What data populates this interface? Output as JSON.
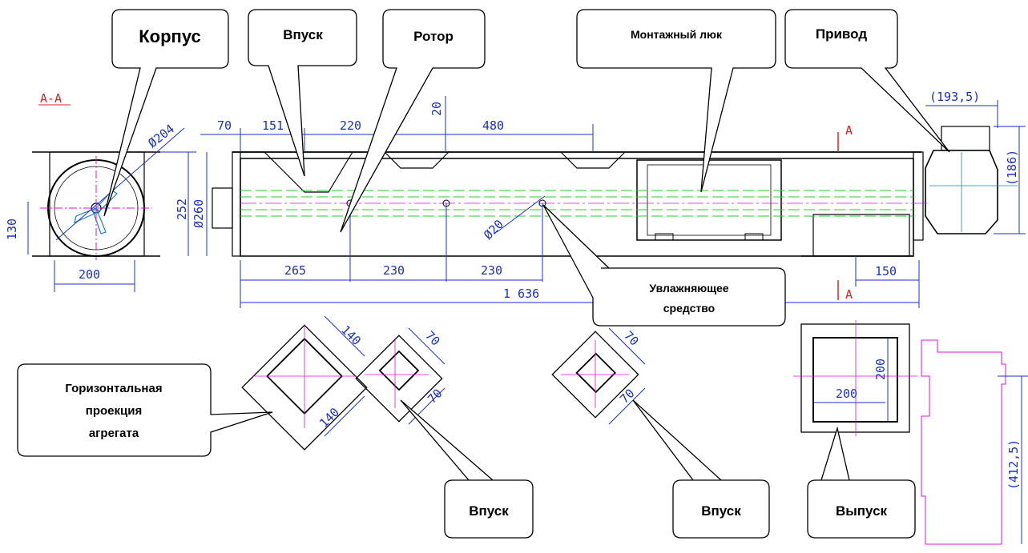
{
  "labels": {
    "korpus": "Корпус",
    "vpusk_top": "Впуск",
    "rotor": "Ротор",
    "montazh": "Монтажный люк",
    "privod": "Привод",
    "uvl_line1": "Увлажняющее",
    "uvl_line2": "средство",
    "proj_line1": "Горизонтальная",
    "proj_line2": "проекция",
    "proj_line3": "агрегата",
    "vpusk_left": "Впуск",
    "vpusk_right": "Впуск",
    "vypusk": "Выпуск"
  },
  "section": {
    "aa": "A-A",
    "a_top": "A",
    "a_bottom": "A"
  },
  "dimensions": {
    "d204": "Ø204",
    "d260": "Ø260",
    "d20": "Ø20",
    "d70": "70",
    "d151": "151",
    "d220": "220",
    "d20v": "20",
    "d480": "480",
    "d252": "252",
    "d130": "130",
    "d200": "200",
    "d265": "265",
    "d230a": "230",
    "d230b": "230",
    "d1636": "1 636",
    "d150": "150",
    "d193": "(193,5)",
    "d186": "(186)",
    "d140a": "140",
    "d140b": "140",
    "d70a": "70",
    "d70b": "70",
    "d70c": "70",
    "d70d": "70",
    "d200h": "200",
    "d200v": "200",
    "d412": "(412,5)"
  },
  "colors": {
    "outline": "#000000",
    "dimension": "#1a2fd0",
    "center": "#e010e0",
    "hidden": "#20d020",
    "section": "#e02020"
  }
}
